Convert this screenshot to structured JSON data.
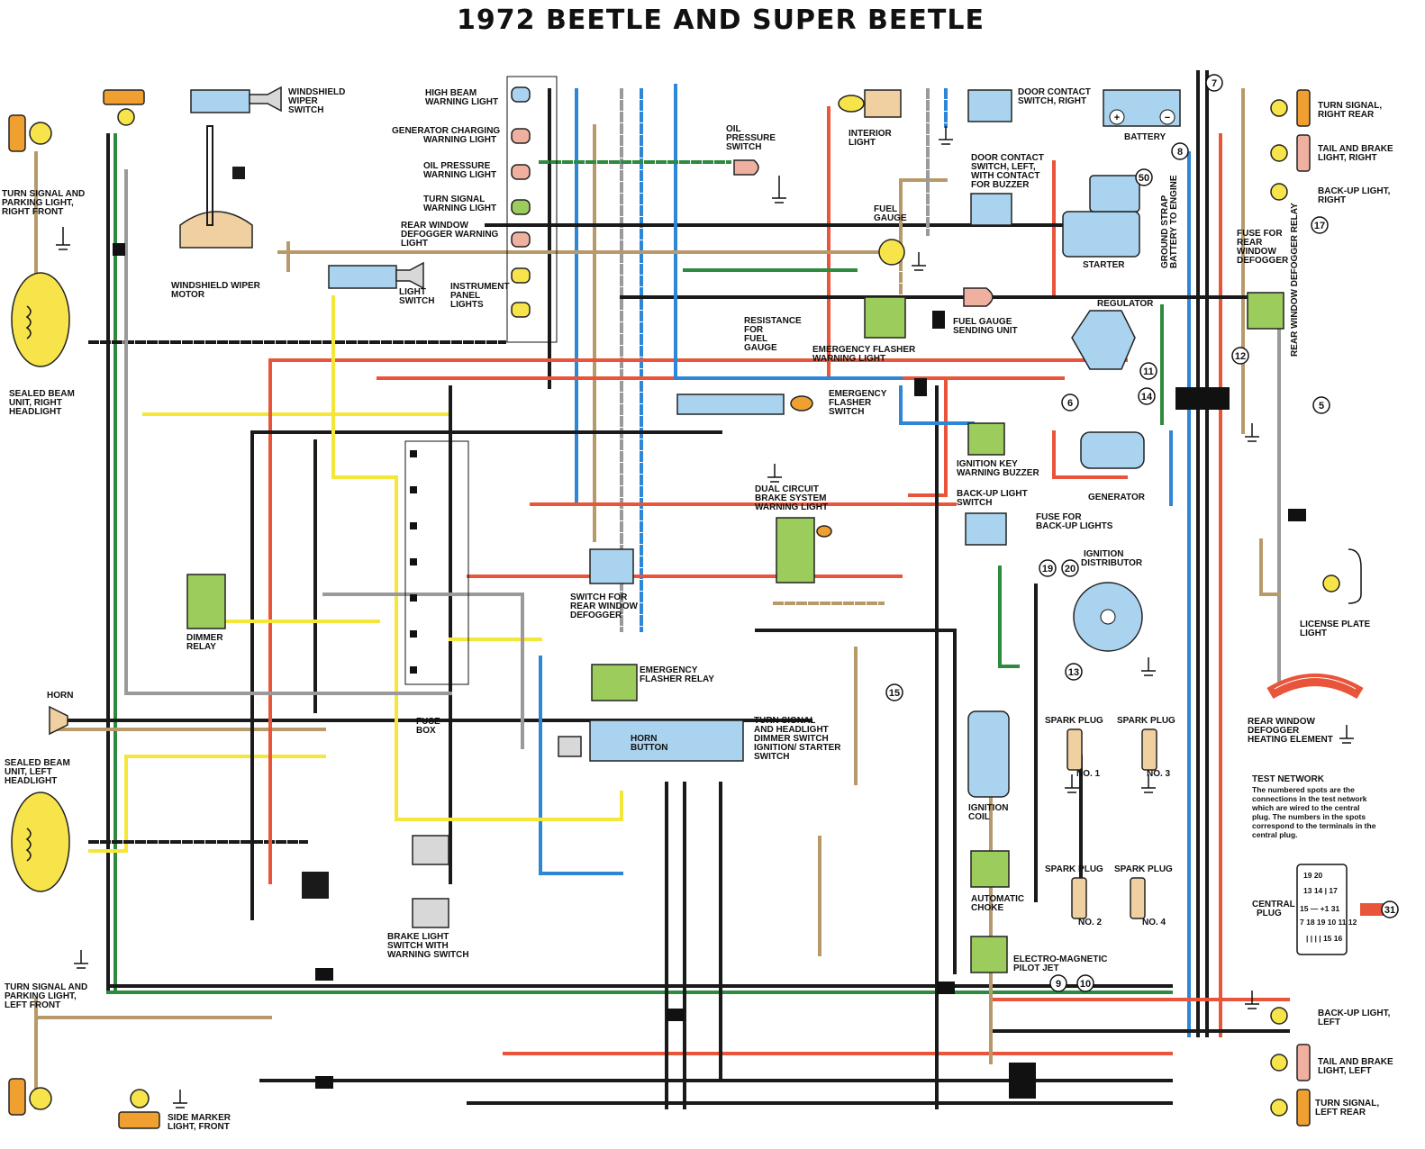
{
  "title": "1972 BEETLE AND SUPER BEETLE",
  "labels": {
    "windshield_wiper_switch": [
      "WINDSHIELD",
      "WIPER",
      "SWITCH"
    ],
    "turn_signal_right_front": [
      "TURN SIGNAL AND",
      "PARKING LIGHT,",
      "RIGHT FRONT"
    ],
    "windshield_wiper_motor": [
      "WINDSHIELD WIPER",
      "MOTOR"
    ],
    "sealed_beam_right": [
      "SEALED BEAM",
      "UNIT, RIGHT",
      "HEADLIGHT"
    ],
    "light_switch": [
      "LIGHT",
      "SWITCH"
    ],
    "high_beam_warning": [
      "HIGH BEAM",
      "WARNING LIGHT"
    ],
    "generator_charging": [
      "GENERATOR CHARGING",
      "WARNING LIGHT"
    ],
    "oil_pressure_warning": [
      "OIL PRESSURE",
      "WARNING LIGHT"
    ],
    "turn_signal_warning": [
      "TURN SIGNAL",
      "WARNING LIGHT"
    ],
    "rear_window_defogger_warning": [
      "REAR WINDOW",
      "DEFOGGER WARNING",
      "LIGHT"
    ],
    "instrument_panel_lights": [
      "INSTRUMENT",
      "PANEL",
      "LIGHTS"
    ],
    "oil_pressure_switch": [
      "OIL",
      "PRESSURE",
      "SWITCH"
    ],
    "interior_light": [
      "INTERIOR",
      "LIGHT"
    ],
    "door_contact_right": [
      "DOOR CONTACT",
      "SWITCH, RIGHT"
    ],
    "door_contact_left": [
      "DOOR CONTACT",
      "SWITCH, LEFT,",
      "WITH CONTACT",
      "FOR BUZZER"
    ],
    "battery": "BATTERY",
    "turn_signal_right_rear": [
      "TURN SIGNAL,",
      "RIGHT REAR"
    ],
    "tail_brake_right": [
      "TAIL AND BRAKE",
      "LIGHT, RIGHT"
    ],
    "backup_light_right": [
      "BACK-UP LIGHT,",
      "RIGHT"
    ],
    "fuse_rear_window_defogger": [
      "FUSE FOR",
      "REAR",
      "WINDOW",
      "DEFOGGER"
    ],
    "fuel_gauge": [
      "FUEL",
      "GAUGE"
    ],
    "starter": "STARTER",
    "ground_strap": [
      "GROUND STRAP",
      "BATTERY TO ENGINE"
    ],
    "regulator": "REGULATOR",
    "rear_window_defogger_relay": "REAR WINDOW DEFOGGER RELAY",
    "resistance_fuel_gauge": [
      "RESISTANCE",
      "FOR",
      "FUEL",
      "GAUGE"
    ],
    "fuel_gauge_sending": [
      "FUEL GAUGE",
      "SENDING UNIT"
    ],
    "emergency_flasher_warning": [
      "EMERGENCY FLASHER",
      "WARNING LIGHT"
    ],
    "emergency_flasher_switch": [
      "EMERGENCY",
      "FLASHER",
      "SWITCH"
    ],
    "ignition_key_buzzer": [
      "IGNITION KEY",
      "WARNING BUZZER"
    ],
    "generator": "GENERATOR",
    "dual_circuit_brake": [
      "DUAL CIRCUIT",
      "BRAKE SYSTEM",
      "WARNING LIGHT"
    ],
    "backup_light_switch": [
      "BACK-UP LIGHT",
      "SWITCH"
    ],
    "fuse_backup_lights": [
      "FUSE FOR",
      "BACK-UP LIGHTS"
    ],
    "ignition_distributor": [
      "IGNITION",
      "DISTRIBUTOR"
    ],
    "license_plate_light": [
      "LICENSE PLATE",
      "LIGHT"
    ],
    "dimmer_relay": [
      "DIMMER",
      "RELAY"
    ],
    "switch_rear_window_defogger": [
      "SWITCH FOR",
      "REAR WINDOW",
      "DEFOGGER"
    ],
    "emergency_flasher_relay": [
      "EMERGENCY",
      "FLASHER RELAY"
    ],
    "horn": "HORN",
    "fuse_box": [
      "FUSE",
      "BOX"
    ],
    "horn_button": [
      "HORN",
      "BUTTON"
    ],
    "turn_signal_dimmer_switch": [
      "TURN SIGNAL",
      "AND HEADLIGHT",
      "DIMMER SWITCH",
      "IGNITION/ STARTER",
      "SWITCH"
    ],
    "ignition_coil": [
      "IGNITION",
      "COIL"
    ],
    "spark_plug": "SPARK PLUG",
    "no1": "NO. 1",
    "no2": "NO. 2",
    "no3": "NO. 3",
    "no4": "NO. 4",
    "rear_window_heating": [
      "REAR WINDOW",
      "DEFOGGER",
      "HEATING ELEMENT"
    ],
    "sealed_beam_left": [
      "SEALED BEAM",
      "UNIT, LEFT",
      "HEADLIGHT"
    ],
    "automatic_choke": [
      "AUTOMATIC",
      "CHOKE"
    ],
    "electro_magnetic": [
      "ELECTRO-MAGNETIC",
      "PILOT JET"
    ],
    "brake_light_switch": [
      "BRAKE LIGHT",
      "SWITCH WITH",
      "WARNING SWITCH"
    ],
    "turn_signal_left_front": [
      "TURN SIGNAL AND",
      "PARKING LIGHT,",
      "LEFT FRONT"
    ],
    "side_marker": [
      "SIDE MARKER",
      "LIGHT, FRONT"
    ],
    "backup_light_left": [
      "BACK-UP LIGHT,",
      "LEFT"
    ],
    "tail_brake_left": [
      "TAIL AND BRAKE",
      "LIGHT, LEFT"
    ],
    "turn_signal_left_rear": [
      "TURN SIGNAL,",
      "LEFT REAR"
    ],
    "test_network_title": "TEST NETWORK",
    "test_network_text": [
      "The numbered spots are the",
      "connections in the test network",
      "which are wired to the central",
      "plug. The numbers in the spots",
      "correspond to the terminals in the",
      "central plug."
    ],
    "central_plug": [
      "CENTRAL",
      "PLUG"
    ]
  },
  "test_points": [
    "5",
    "6",
    "7",
    "8",
    "9",
    "10",
    "11",
    "12",
    "13",
    "14",
    "15",
    "17",
    "19",
    "20",
    "31",
    "50"
  ],
  "central_plug_rows": [
    "19 20",
    "13 14 | 17",
    "15 — +1 31",
    "7 18 19 10 11 12",
    "| | | | 15 16"
  ],
  "colors": {
    "wire_black": "#1a1a1a",
    "wire_red": "#e8553a",
    "wire_blue": "#2e86d6",
    "wire_brown": "#b89a6a",
    "wire_yellow": "#f5e63a",
    "wire_green": "#2d8a3e",
    "component_green": "#9ccc5c",
    "component_blue": "#a9d3ee",
    "lamp_yellow": "#f7e34a",
    "lamp_orange": "#f0a030"
  }
}
